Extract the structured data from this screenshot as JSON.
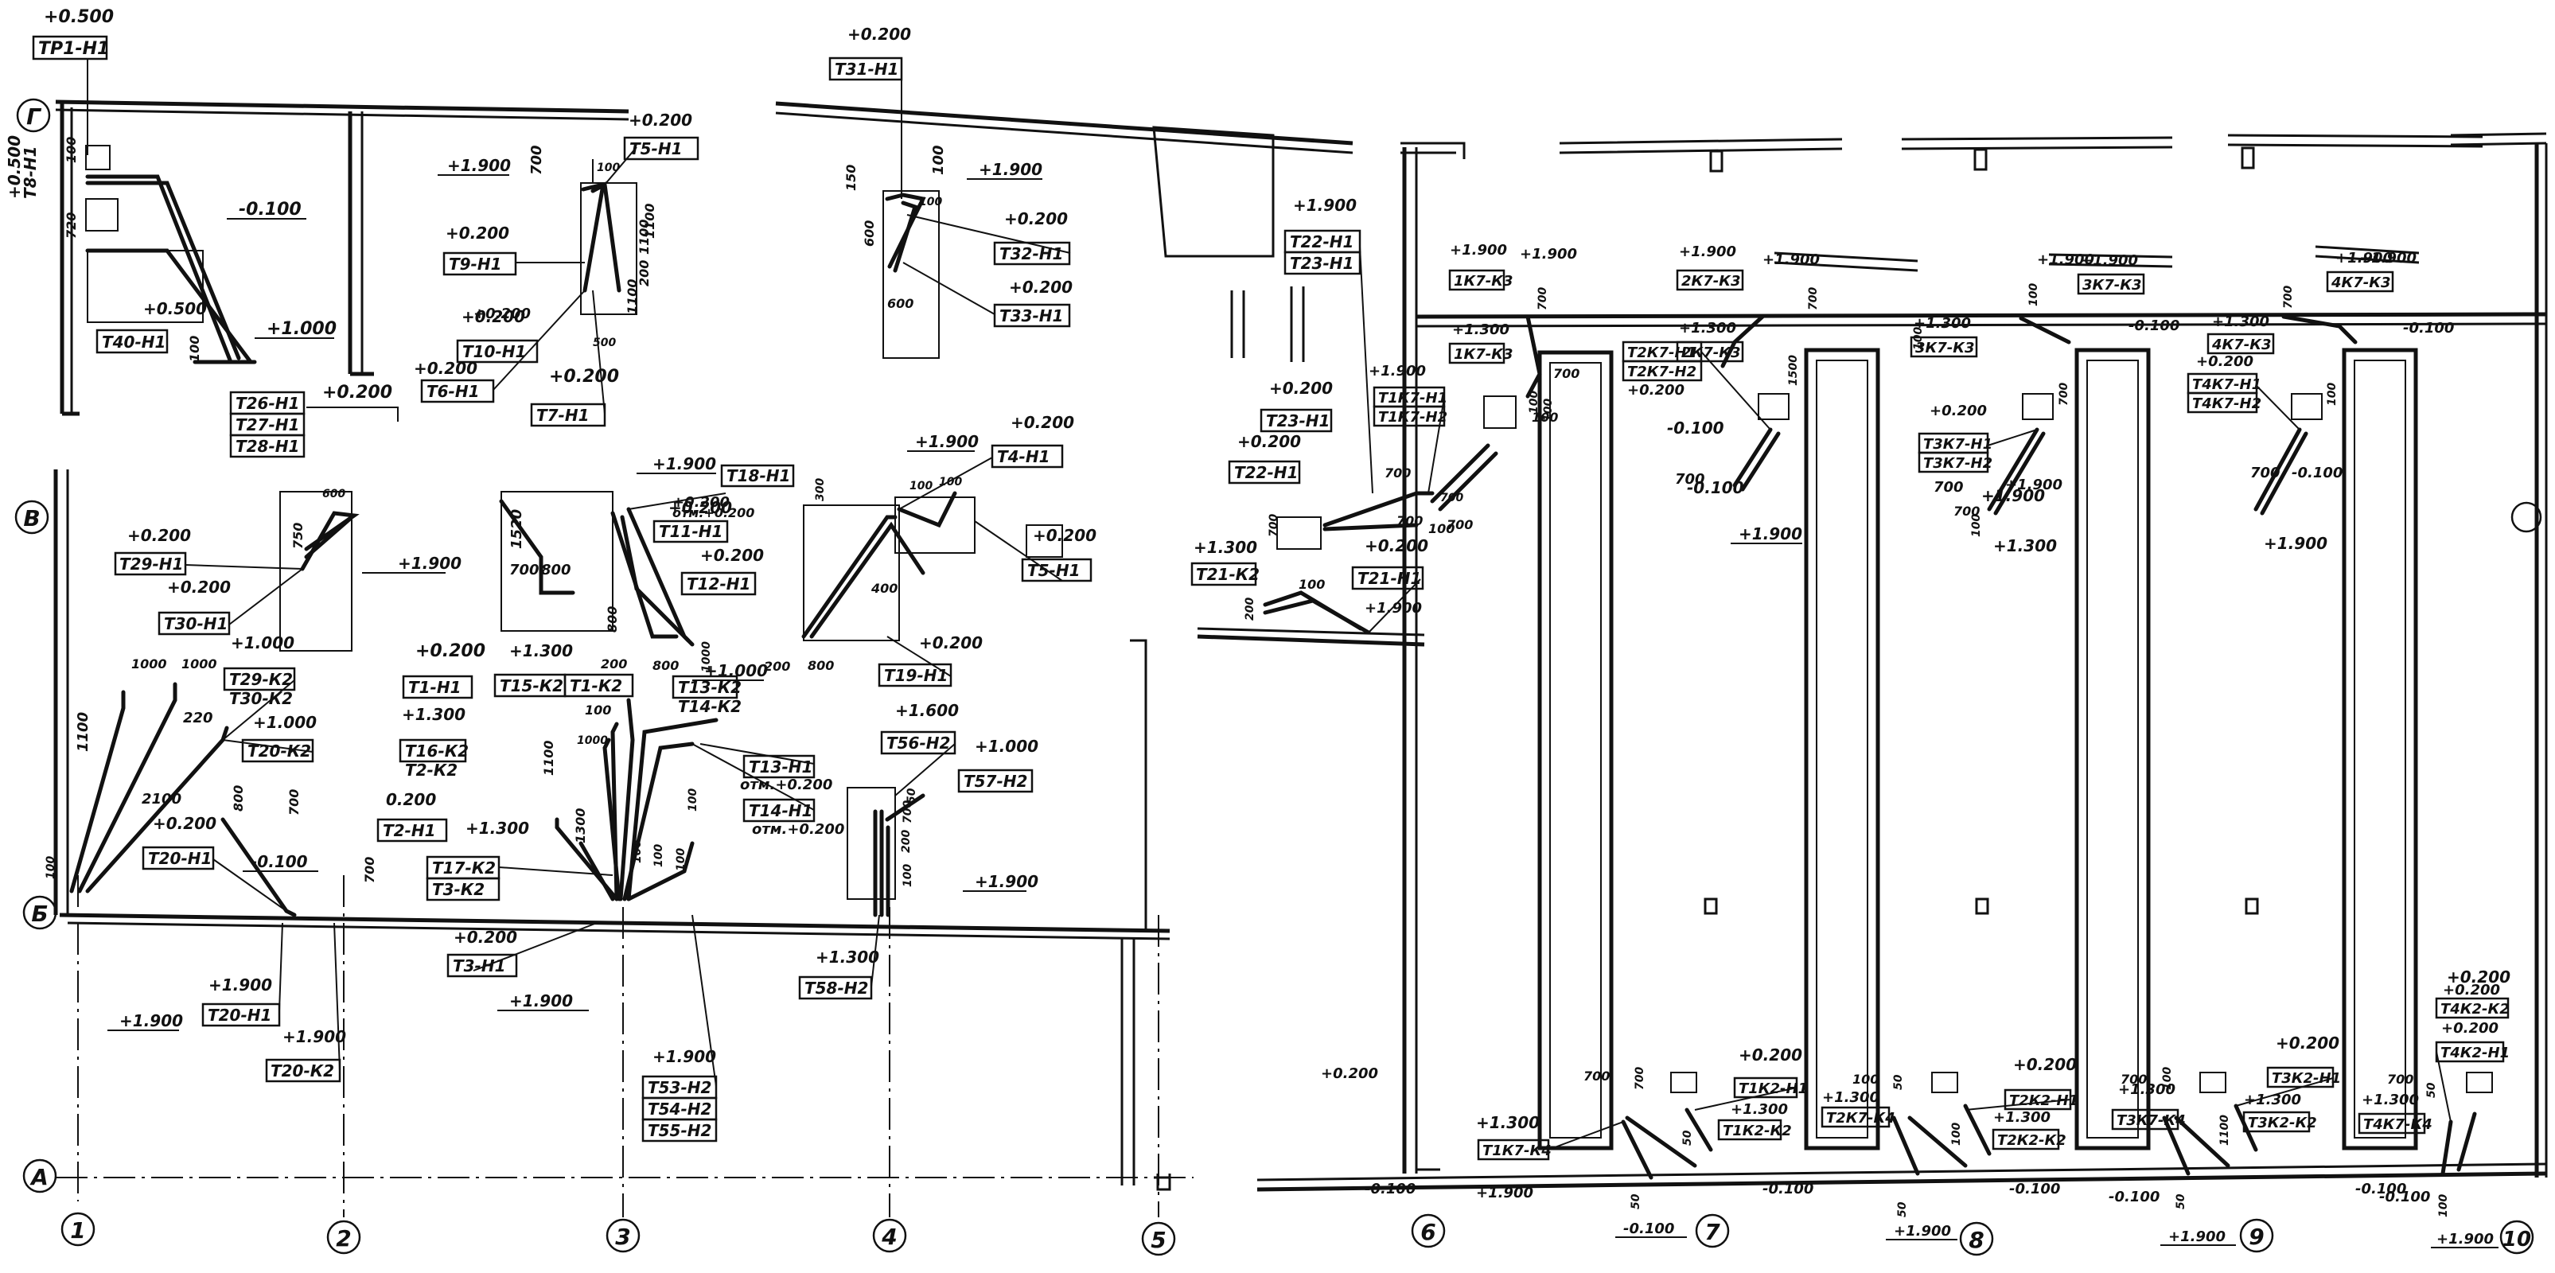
{
  "grid_axes": {
    "columns": [
      "1",
      "2",
      "3",
      "4",
      "5",
      "6",
      "7",
      "8",
      "9",
      "10"
    ],
    "rows": [
      "А",
      "Б",
      "В",
      "Г"
    ]
  },
  "tags": [
    {
      "id": "tr1",
      "elev": "+0.500",
      "label": "ТР1-Н1"
    },
    {
      "id": "t8h1",
      "elev": "+0.500",
      "label": "Т8-Н1"
    },
    {
      "id": "t40",
      "elev": "+0.500",
      "label": "Т40-Н1"
    },
    {
      "id": "t26",
      "elev": "+0.200",
      "label": "Т26-Н1"
    },
    {
      "id": "t27",
      "elev": "",
      "label": "Т27-Н1"
    },
    {
      "id": "t28",
      "elev": "",
      "label": "Т28-Н1"
    },
    {
      "id": "t29",
      "elev": "+0.200",
      "label": "Т29-Н1"
    },
    {
      "id": "t30",
      "elev": "+0.200",
      "label": "Т30-Н1"
    },
    {
      "id": "t29k2",
      "elev": "+1.000",
      "label": "Т29-К2"
    },
    {
      "id": "t30k2",
      "elev": "",
      "label": "Т30-К2"
    },
    {
      "id": "t20k2",
      "elev": "+1.000",
      "label": "Т20-К2"
    },
    {
      "id": "t20h1b",
      "elev": "+0.200",
      "label": "Т20-Н1"
    },
    {
      "id": "t20h1",
      "elev": "+1.900",
      "label": "Т20-Н1"
    },
    {
      "id": "t20k2b",
      "elev": "+1.900",
      "label": "Т20-К2"
    },
    {
      "id": "t6h1",
      "elev": "+0.200",
      "label": "Т6-Н1"
    },
    {
      "id": "t9h1",
      "elev": "+0.200",
      "label": "Т9-Н1"
    },
    {
      "id": "t10h1",
      "elev": "+0.200",
      "label": "Т10-Н1"
    },
    {
      "id": "t5h1b",
      "elev": "+0.200",
      "label": "Т5-Н1"
    },
    {
      "id": "t7h1",
      "elev": "+0.200",
      "label": "Т7-Н1"
    },
    {
      "id": "t18h1",
      "elev": "",
      "label": "Т18-Н1"
    },
    {
      "id": "t11h1",
      "elev": "+0.200",
      "label": "Т11-Н1"
    },
    {
      "id": "t12h1",
      "elev": "+0.200",
      "label": "Т12-Н1"
    },
    {
      "id": "t1h1",
      "elev": "+0.200",
      "label": "Т1-Н1"
    },
    {
      "id": "t15k2",
      "elev": "+1.300",
      "label": "Т15-К2"
    },
    {
      "id": "t1k2",
      "elev": "",
      "label": "Т1-К2"
    },
    {
      "id": "t13k2",
      "elev": "",
      "label": "Т13-К2"
    },
    {
      "id": "t14k2",
      "elev": "",
      "label": "Т14-К2"
    },
    {
      "id": "t16k2",
      "elev": "+1.300",
      "label": "Т16-К2"
    },
    {
      "id": "t2k2",
      "elev": "",
      "label": "Т2-К2"
    },
    {
      "id": "t2h1",
      "elev": "0.200",
      "label": "Т2-Н1"
    },
    {
      "id": "t17k2",
      "elev": "+1.300",
      "label": "Т17-К2"
    },
    {
      "id": "t3k2",
      "elev": "",
      "label": "Т3-К2"
    },
    {
      "id": "t3h1",
      "elev": "+0.200",
      "label": "Т3-Н1"
    },
    {
      "id": "t13h1",
      "elev": "",
      "label": "Т13-Н1"
    },
    {
      "id": "t14h1",
      "elev": "",
      "label": "Т14-Н1"
    },
    {
      "id": "t31",
      "elev": "+0.200",
      "label": "Т31-Н1"
    },
    {
      "id": "t32",
      "elev": "+0.200",
      "label": "Т32-Н1"
    },
    {
      "id": "t33",
      "elev": "+0.200",
      "label": "Т33-Н1"
    },
    {
      "id": "t4h1",
      "elev": "+0.200",
      "label": "Т4-Н1"
    },
    {
      "id": "t5h1",
      "elev": "+0.200",
      "label": "Т5-Н1"
    },
    {
      "id": "t19h1",
      "elev": "+0.200",
      "label": "Т19-Н1"
    },
    {
      "id": "t56",
      "elev": "+1.600",
      "label": "Т56-Н2"
    },
    {
      "id": "t57",
      "elev": "+1.000",
      "label": "Т57-Н2"
    },
    {
      "id": "t58",
      "elev": "+1.300",
      "label": "Т58-Н2"
    },
    {
      "id": "t53",
      "elev": "+1.900",
      "label": "Т53-Н2"
    },
    {
      "id": "t54",
      "elev": "",
      "label": "Т54-Н2"
    },
    {
      "id": "t55",
      "elev": "",
      "label": "Т55-Н2"
    },
    {
      "id": "t22h1",
      "elev": "+1.900",
      "label": "Т22-Н1"
    },
    {
      "id": "t23h1",
      "elev": "",
      "label": "Т23-Н1"
    },
    {
      "id": "t1k7h1",
      "elev": "+1.900",
      "label": "Т1К7-Н1"
    },
    {
      "id": "t1k7h2",
      "elev": "",
      "label": "Т1К7-Н2"
    },
    {
      "id": "t23b",
      "elev": "+0.200",
      "label": "Т23-Н1"
    },
    {
      "id": "t22b",
      "elev": "+0.200",
      "label": "Т22-Н1"
    },
    {
      "id": "t21k2",
      "elev": "+1.300",
      "label": "Т21-К2"
    },
    {
      "id": "t21h1",
      "elev": "+0.200",
      "label": "Т21-Н1"
    },
    {
      "id": "k1k3a",
      "elev": "+1.900",
      "label": "1К7-К3"
    },
    {
      "id": "k1k3b",
      "elev": "+1.300",
      "label": "1К7-К3"
    },
    {
      "id": "k2k3a",
      "elev": "+1.900",
      "label": "2К7-К3"
    },
    {
      "id": "k2k3b",
      "elev": "+1.300",
      "label": "2К7-К3"
    },
    {
      "id": "t2k7h1",
      "elev": "",
      "label": "Т2К7-Н1"
    },
    {
      "id": "t2k7h2",
      "elev": "+0.200",
      "label": "Т2К7-Н2"
    },
    {
      "id": "k3k3a",
      "elev": "+1.900",
      "label": "3К7-К3"
    },
    {
      "id": "k3k3b",
      "elev": "+1.300",
      "label": "3К7-К3"
    },
    {
      "id": "t3k7h1",
      "elev": "+0.200",
      "label": "Т3К7-Н1"
    },
    {
      "id": "t3k7h2",
      "elev": "",
      "label": "Т3К7-Н2"
    },
    {
      "id": "k4k3a",
      "elev": "+1.900",
      "label": "4К7-К3"
    },
    {
      "id": "k4k3b",
      "elev": "+1.300",
      "label": "4К7-К3"
    },
    {
      "id": "t4k7h1",
      "elev": "+0.200",
      "label": "Т4К7-Н1"
    },
    {
      "id": "t4k7h2",
      "elev": "",
      "label": "Т4К7-Н2"
    },
    {
      "id": "t1k7k4",
      "elev": "+1.300",
      "label": "Т1К7-К4"
    },
    {
      "id": "t1k2h1",
      "elev": "+0.200",
      "label": "Т1К2-Н1"
    },
    {
      "id": "t1k2k2",
      "elev": "+1.300",
      "label": "Т1К2-К2"
    },
    {
      "id": "t2k7k4",
      "elev": "+1.300",
      "label": "Т2К7-К4"
    },
    {
      "id": "t2k2h1",
      "elev": "+0.200",
      "label": "Т2К2-Н1"
    },
    {
      "id": "t2k2k2",
      "elev": "+1.300",
      "label": "Т2К2-К2"
    },
    {
      "id": "t3k7k4",
      "elev": "+1.300",
      "label": "Т3К7-К4"
    },
    {
      "id": "t3k2h1",
      "elev": "+0.200",
      "label": "Т3К2-Н1"
    },
    {
      "id": "t3k2k2",
      "elev": "+1.300",
      "label": "Т3К2-К2"
    },
    {
      "id": "t4k7k4",
      "elev": "+1.300",
      "label": "Т4К7-К4"
    },
    {
      "id": "t4k2k2",
      "elev": "+0.200",
      "label": "Т4К2-К2"
    },
    {
      "id": "t4k2h1",
      "elev": "+0.200",
      "label": "Т4К2-Н1"
    }
  ],
  "elevations": [
    {
      "id": "e_m010a",
      "text": "-0.100"
    },
    {
      "id": "e_p100a",
      "text": "+1.000"
    },
    {
      "id": "e_p190a",
      "text": "+1.900"
    },
    {
      "id": "e_p190b",
      "text": "+1.900"
    },
    {
      "id": "e_p190c",
      "text": "+1.900"
    },
    {
      "id": "e_p190d",
      "text": "+1.900"
    },
    {
      "id": "e_p190e",
      "text": "+1.900"
    },
    {
      "id": "e_p190f",
      "text": "+1.900"
    },
    {
      "id": "e_p020a",
      "text": "+0.200"
    },
    {
      "id": "e_p020b",
      "text": "+0.200"
    },
    {
      "id": "e_p020c",
      "text": "+0.200"
    },
    {
      "id": "e_p020d",
      "text": "+0.200"
    },
    {
      "id": "e_p100b",
      "text": "+1.000"
    },
    {
      "id": "e_m010b",
      "text": "-0.100"
    },
    {
      "id": "e_p190g",
      "text": "+1.900"
    },
    {
      "id": "e_p190h",
      "text": "+1.900"
    },
    {
      "id": "e_p190i",
      "text": "+1.900"
    },
    {
      "id": "e_p190j",
      "text": "+1.900"
    },
    {
      "id": "e_p130a",
      "text": "+1.300"
    },
    {
      "id": "e_p190k",
      "text": "+1.900"
    },
    {
      "id": "e_m010c",
      "text": "-0.100"
    },
    {
      "id": "e_p190l",
      "text": "+1.900"
    },
    {
      "id": "e_m010d",
      "text": "-0.100"
    },
    {
      "id": "e_p190m",
      "text": "+1.900"
    },
    {
      "id": "e_m010e",
      "text": "-0.100"
    },
    {
      "id": "e_m010f",
      "text": "-0.100"
    },
    {
      "id": "e_p190n",
      "text": "+1.900"
    },
    {
      "id": "e_m010g",
      "text": "-0.100"
    },
    {
      "id": "e_p190o",
      "text": "+1.900"
    },
    {
      "id": "e_m010h",
      "text": "-0.100"
    },
    {
      "id": "e_p190p",
      "text": "+1.900"
    },
    {
      "id": "e_m010i",
      "text": "-0.100"
    },
    {
      "id": "e_p190q",
      "text": "+1.900"
    },
    {
      "id": "e_m010j",
      "text": "-0.100"
    },
    {
      "id": "e_m010k",
      "text": "-0.100"
    },
    {
      "id": "e_p190r",
      "text": "+1.900"
    },
    {
      "id": "e_m010l",
      "text": "-0.100"
    },
    {
      "id": "e_p190s",
      "text": "+1.900"
    },
    {
      "id": "e_m010m",
      "text": "-0.100"
    },
    {
      "id": "e_p190t",
      "text": "+1.900"
    },
    {
      "id": "e_m010n",
      "text": "-0.100"
    },
    {
      "id": "e_p190u",
      "text": "+1.900"
    },
    {
      "id": "e_otm1",
      "text": "отм.+0.200"
    },
    {
      "id": "e_otm2",
      "text": "отм.+0.200"
    },
    {
      "id": "e_otm3",
      "text": "отм.+0.200"
    }
  ],
  "dims": [
    {
      "id": "d1",
      "text": "100"
    },
    {
      "id": "d2",
      "text": "720"
    },
    {
      "id": "d3",
      "text": "100"
    },
    {
      "id": "d4",
      "text": "700"
    },
    {
      "id": "d5",
      "text": "100"
    },
    {
      "id": "d6",
      "text": "1100"
    },
    {
      "id": "d7",
      "text": "1100"
    },
    {
      "id": "d8",
      "text": "500"
    },
    {
      "id": "d9",
      "text": "100"
    },
    {
      "id": "d10",
      "text": "150"
    },
    {
      "id": "d11",
      "text": "100"
    },
    {
      "id": "d12",
      "text": "600"
    },
    {
      "id": "d13",
      "text": "600"
    },
    {
      "id": "d14",
      "text": "750"
    },
    {
      "id": "d15",
      "text": "600"
    },
    {
      "id": "d16",
      "text": "1520"
    },
    {
      "id": "d17",
      "text": "700"
    },
    {
      "id": "d18",
      "text": "800"
    },
    {
      "id": "d19",
      "text": "1000"
    },
    {
      "id": "d20",
      "text": "1000"
    },
    {
      "id": "d21",
      "text": "1100"
    },
    {
      "id": "d22",
      "text": "220"
    },
    {
      "id": "d23",
      "text": "2100"
    },
    {
      "id": "d24",
      "text": "800"
    },
    {
      "id": "d25",
      "text": "700"
    },
    {
      "id": "d26",
      "text": "100"
    },
    {
      "id": "d27",
      "text": "700"
    },
    {
      "id": "d28",
      "text": "1000"
    },
    {
      "id": "d29",
      "text": "100"
    },
    {
      "id": "d30",
      "text": "1100"
    },
    {
      "id": "d31",
      "text": "1300"
    },
    {
      "id": "d32",
      "text": "800"
    },
    {
      "id": "d33",
      "text": "200"
    },
    {
      "id": "d34",
      "text": "800"
    },
    {
      "id": "d35",
      "text": "1000"
    },
    {
      "id": "d36",
      "text": "200"
    },
    {
      "id": "d37",
      "text": "800"
    },
    {
      "id": "d38",
      "text": "400"
    },
    {
      "id": "d39",
      "text": "100"
    },
    {
      "id": "d40",
      "text": "100"
    },
    {
      "id": "d41",
      "text": "300"
    },
    {
      "id": "d42",
      "text": "200"
    },
    {
      "id": "d43",
      "text": "100"
    },
    {
      "id": "d44",
      "text": "700"
    },
    {
      "id": "d45",
      "text": "100"
    },
    {
      "id": "d46",
      "text": "100"
    },
    {
      "id": "d47",
      "text": "100"
    },
    {
      "id": "d48",
      "text": "100"
    },
    {
      "id": "d49",
      "text": "100"
    },
    {
      "id": "d50",
      "text": "700"
    },
    {
      "id": "d51",
      "text": "200"
    },
    {
      "id": "d52",
      "text": "100"
    },
    {
      "id": "d53",
      "text": "700"
    },
    {
      "id": "d54",
      "text": "700"
    },
    {
      "id": "d55",
      "text": "100"
    },
    {
      "id": "d56",
      "text": "700"
    },
    {
      "id": "d57",
      "text": "700"
    },
    {
      "id": "d58",
      "text": "100"
    },
    {
      "id": "d59",
      "text": "700"
    },
    {
      "id": "d60",
      "text": "100"
    },
    {
      "id": "d61",
      "text": "700"
    },
    {
      "id": "d62",
      "text": "700"
    },
    {
      "id": "d63",
      "text": "1500"
    },
    {
      "id": "d64",
      "text": "100"
    },
    {
      "id": "d65",
      "text": "700"
    },
    {
      "id": "d66",
      "text": "100"
    },
    {
      "id": "d67",
      "text": "700"
    },
    {
      "id": "d68",
      "text": "100"
    },
    {
      "id": "d69",
      "text": "700"
    },
    {
      "id": "d70",
      "text": "700"
    },
    {
      "id": "d71",
      "text": "700"
    },
    {
      "id": "d72",
      "text": "100"
    },
    {
      "id": "d73",
      "text": "700"
    },
    {
      "id": "d74",
      "text": "700"
    },
    {
      "id": "d75",
      "text": "100"
    },
    {
      "id": "d76",
      "text": "700"
    },
    {
      "id": "d77",
      "text": "700"
    },
    {
      "id": "d78",
      "text": "700"
    },
    {
      "id": "d79",
      "text": "100"
    },
    {
      "id": "d80",
      "text": "50"
    },
    {
      "id": "d81",
      "text": "50"
    },
    {
      "id": "d82",
      "text": "50"
    },
    {
      "id": "d83",
      "text": "50"
    },
    {
      "id": "d84",
      "text": "100"
    },
    {
      "id": "d85",
      "text": "50"
    },
    {
      "id": "d86",
      "text": "50"
    },
    {
      "id": "d87",
      "text": "100"
    },
    {
      "id": "d88",
      "text": "50"
    },
    {
      "id": "d89",
      "text": "1100"
    },
    {
      "id": "d90",
      "text": "1100"
    },
    {
      "id": "d91",
      "text": "200"
    }
  ]
}
